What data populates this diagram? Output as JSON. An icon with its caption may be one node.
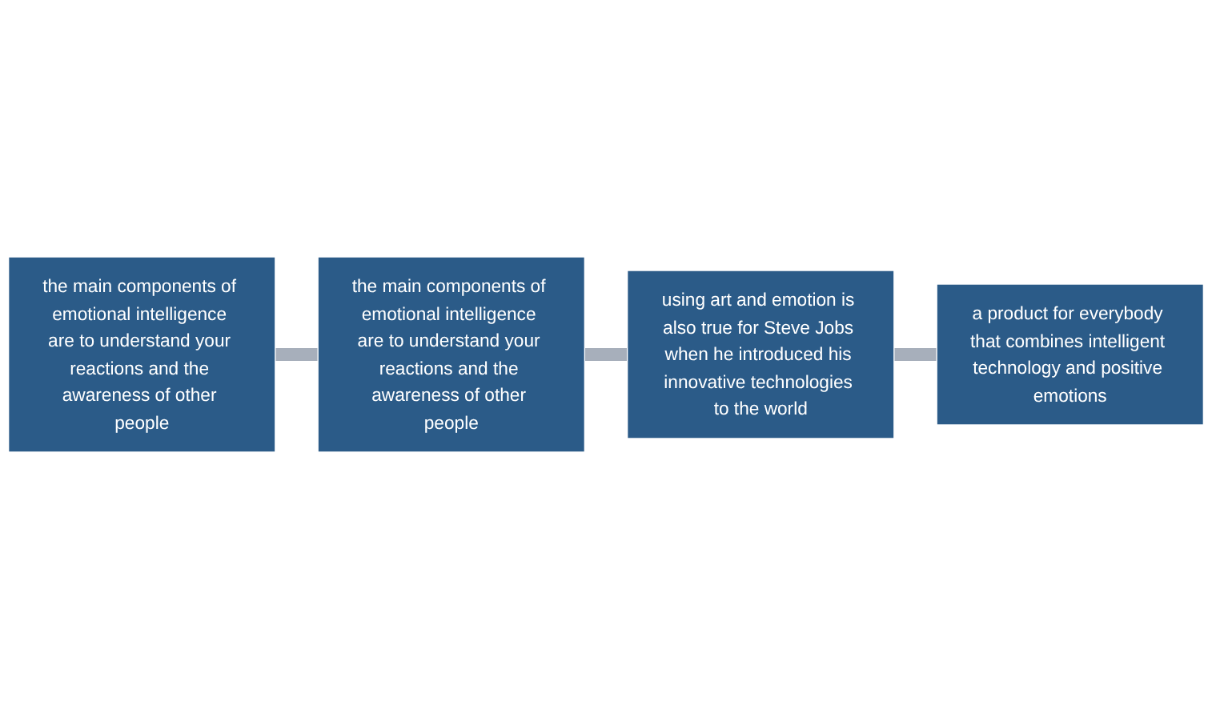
{
  "diagram": {
    "nodes": [
      {
        "text": [
          "the main components of emotional intelligence are to understand your reactions and the awareness of other people"
        ]
      },
      {
        "text": [
          "a product for everybody that combines intelligent technology and positive emotions"
        ]
      },
      {
        "text": [
          "the main components of emotional intelligence are to understand your reactions and the awareness of other people"
        ]
      },
      {
        "text": [
          "using art and emotion is also true for Steve Jobs when he introduced his innovative technologies to the world"
        ]
      }
    ],
    "edges": [
      {
        "from": 0,
        "to": 2,
        "arrow": "none"
      },
      {
        "from": 2,
        "to": 3,
        "arrow": "none"
      },
      {
        "from": 3,
        "to": 1,
        "arrow": "none"
      }
    ]
  }
}
